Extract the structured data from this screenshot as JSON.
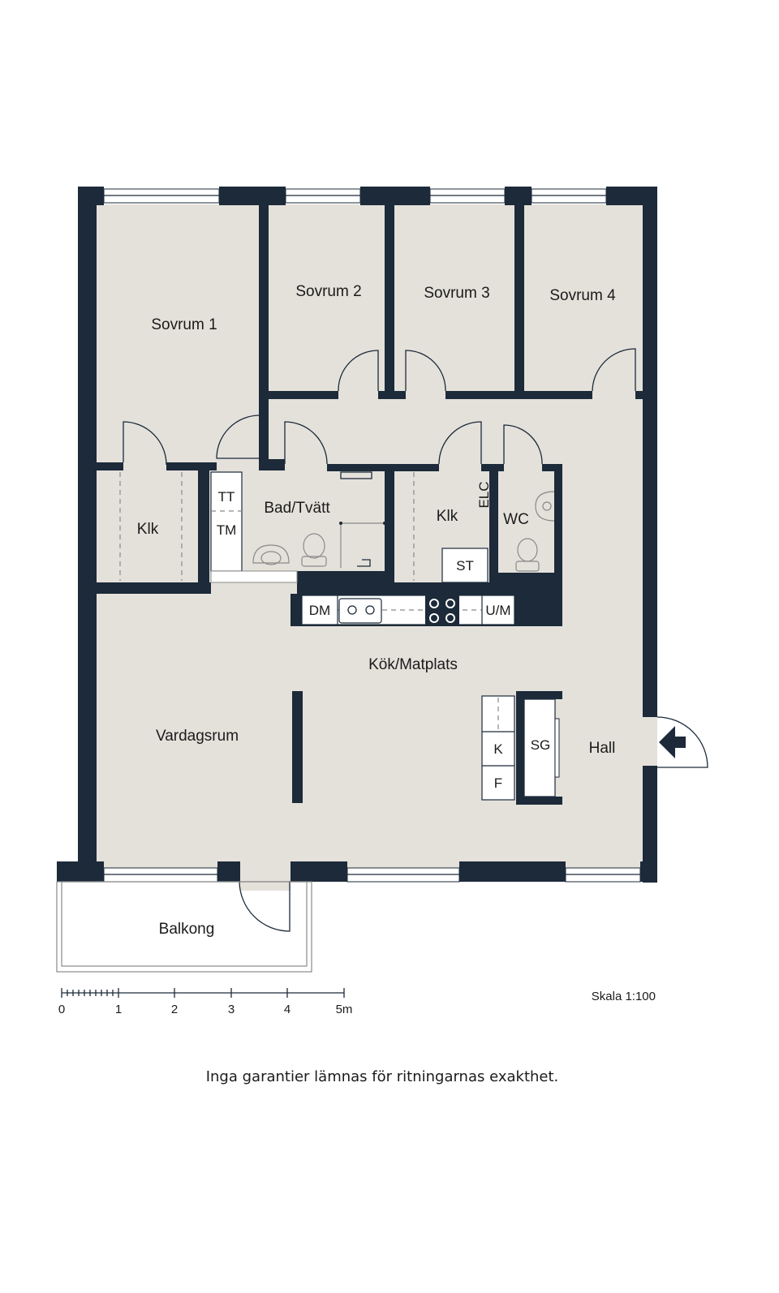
{
  "rooms": {
    "sovrum1": "Sovrum 1",
    "sovrum2": "Sovrum 2",
    "sovrum3": "Sovrum 3",
    "sovrum4": "Sovrum 4",
    "klk_left": "Klk",
    "bad_tvatt": "Bad/Tvätt",
    "tt": "TT",
    "tm": "TM",
    "klk_right": "Klk",
    "elc": "ELC",
    "wc": "WC",
    "st": "ST",
    "dm": "DM",
    "um": "U/M",
    "kok_matplats": "Kök/Matplats",
    "vardagsrum": "Vardagsrum",
    "k": "K",
    "f": "F",
    "sg": "SG",
    "hall": "Hall",
    "balkong": "Balkong"
  },
  "scale_bar": {
    "ticks": [
      "0",
      "1",
      "2",
      "3",
      "4",
      "5m"
    ],
    "scale_text": "Skala 1:100"
  },
  "disclaimer": "Inga garantier lämnas för ritningarnas exakthet.",
  "colors": {
    "wall": "#1c2a39",
    "floor": "#e4e1db"
  }
}
